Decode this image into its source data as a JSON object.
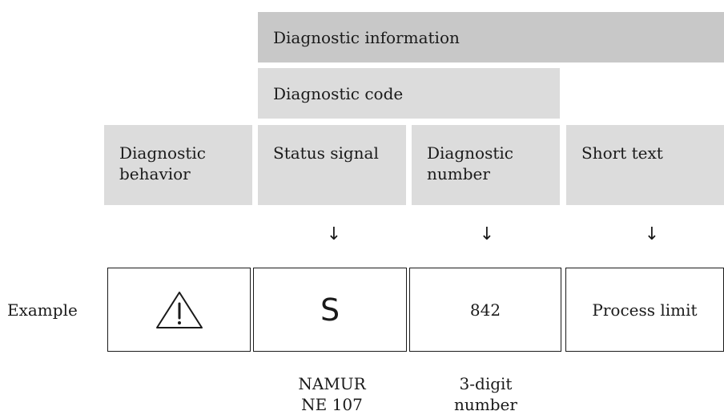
{
  "headers": {
    "diagnostic_information": "Diagnostic information",
    "diagnostic_code": "Diagnostic code",
    "columns": [
      {
        "label": "Diagnostic\nbehavior"
      },
      {
        "label": "Status signal"
      },
      {
        "label": "Diagnostic\nnumber"
      },
      {
        "label": "Short text"
      }
    ]
  },
  "arrows": [
    "↓",
    "↓",
    "↓"
  ],
  "example": {
    "label": "Example",
    "behavior_icon": "warning-triangle-icon",
    "status_signal": "S",
    "diagnostic_number": "842",
    "short_text": "Process limit"
  },
  "notes": {
    "status_signal": "NAMUR\nNE 107",
    "diagnostic_number": "3-digit\nnumber"
  },
  "colors": {
    "header_dark": "#c8c8c8",
    "header_light": "#dcdcdc",
    "border": "#1a1a1a"
  }
}
